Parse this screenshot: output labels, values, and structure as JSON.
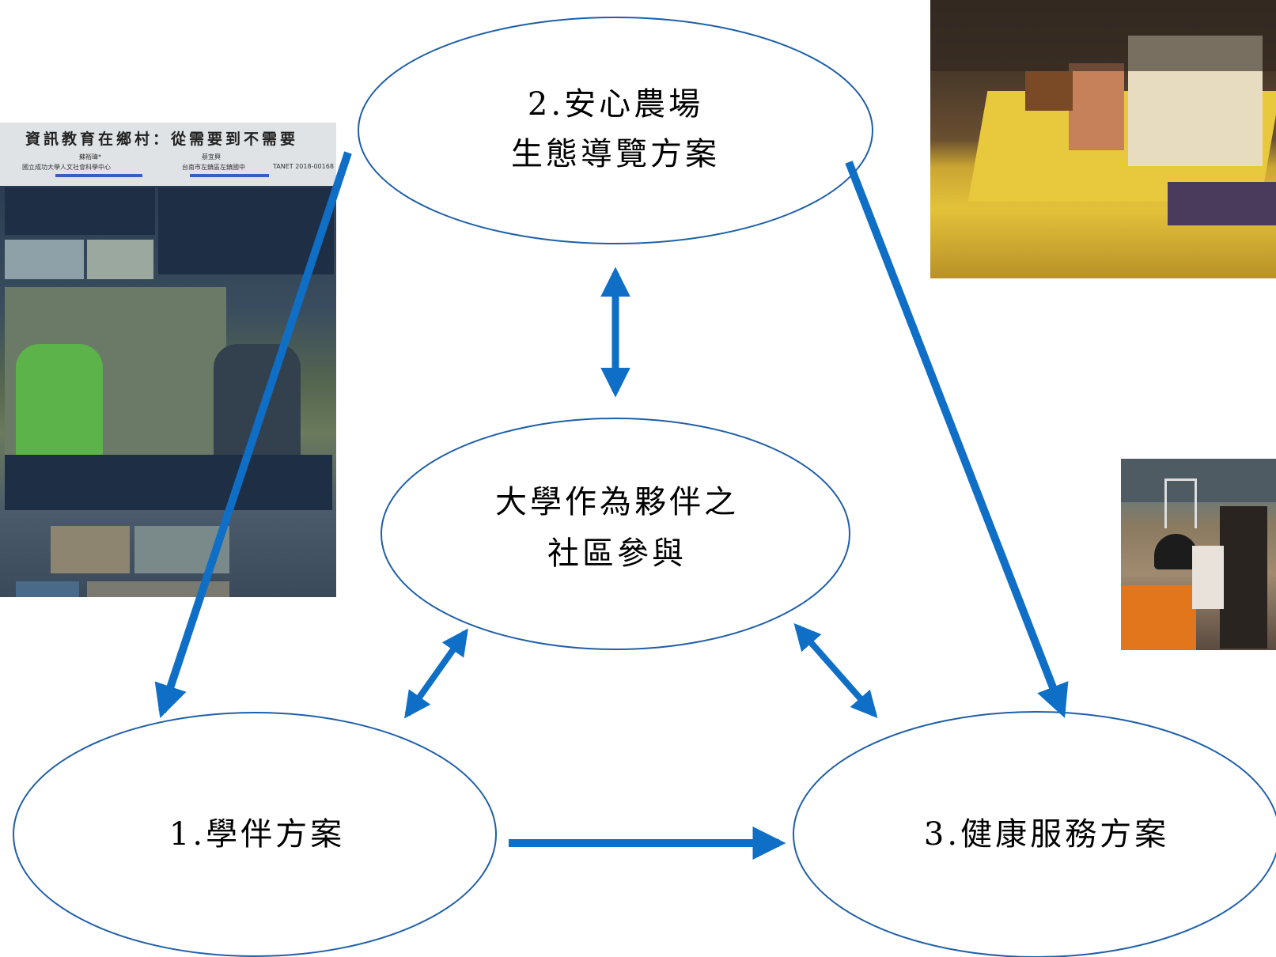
{
  "nodes": {
    "center": {
      "line1": "大學作為夥伴之",
      "line2": "社區參與"
    },
    "top": {
      "line1": "2.安心農場",
      "line2": "生態導覽方案"
    },
    "left": {
      "line1": "1.學伴方案"
    },
    "right": {
      "line1": "3.健康服務方案"
    }
  },
  "poster": {
    "title": "資訊教育在鄉村：從需要到不需要",
    "author_left": "蘇裕瑋*",
    "author_right": "蔡宜興",
    "affiliation_left": "國立成功大學人文社會科學中心",
    "affiliation_right": "台南市左鎮區左鎮國中",
    "code": "TANET 2018-00168"
  },
  "colors": {
    "arrow": "#0f6fc6",
    "ellipse_stroke": "#1f5fa8",
    "text": "#000000"
  }
}
